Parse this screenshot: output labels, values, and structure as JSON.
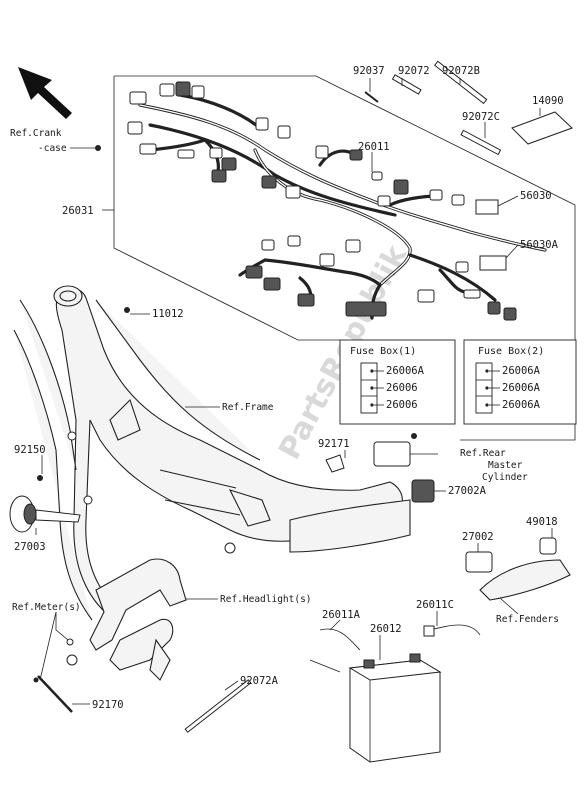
{
  "labels": {
    "ref_crank_line1": "Ref.Crank",
    "ref_crank_line2": "-case",
    "p26031": "26031",
    "p92037": "92037",
    "p92072": "92072",
    "p92072B": "92072B",
    "p92072C": "92072C",
    "p14090": "14090",
    "p26011": "26011",
    "p56030": "56030",
    "p56030A": "56030A",
    "p11012": "11012",
    "ref_frame": "Ref.Frame",
    "p92171": "92171",
    "ref_rear_line1": "Ref.Rear",
    "ref_rear_line2": "Master",
    "ref_rear_line3": "Cylinder",
    "p27002A": "27002A",
    "p92150": "92150",
    "p27003": "27003",
    "p27002": "27002",
    "p49018": "49018",
    "ref_headlight": "Ref.Headlight(s)",
    "ref_meter": "Ref.Meter(s)",
    "p26011A": "26011A",
    "p26011C": "26011C",
    "p26012": "26012",
    "ref_fenders": "Ref.Fenders",
    "p92072A": "92072A",
    "p92170": "92170"
  },
  "fuse_box_1": {
    "title": "Fuse Box(1)",
    "items": [
      "26006A",
      "26006",
      "26006"
    ]
  },
  "fuse_box_2": {
    "title": "Fuse Box(2)",
    "items": [
      "26006A",
      "26006A",
      "26006A"
    ]
  },
  "watermark": "PartsRepublik",
  "icons": {
    "direction_arrow": "front-arrow-icon"
  }
}
